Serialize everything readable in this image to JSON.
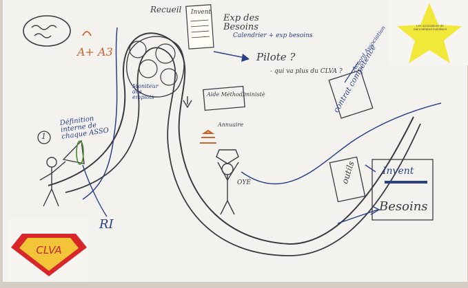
{
  "photo": {
    "subject": "whiteboard-sketch",
    "colors": {
      "board": "#f3f2ef",
      "ink_blue": "#2b3f86",
      "ink_dark": "#3a3a42",
      "ink_orange": "#c8642d",
      "sticky": "#fffdf5",
      "star": "#f2e83a",
      "logo_red": "#d8262b",
      "logo_yellow": "#f3c437"
    }
  },
  "labels": {
    "exp_besoins": "Exp des Besoins",
    "calendrier": "Calendrier + exp besoins",
    "pilote": "Pilote ?",
    "qui_clva": "- qui va plus du CLVA ?",
    "invent": "Invent",
    "besoins": "Besoins",
    "outils": "outils",
    "contrat": "contrat compétence",
    "accord": "Accord Association",
    "oye": "OYÉ",
    "ri": "RI",
    "definition": "Définition interne de chaque ASSO",
    "aide_method": "Aide Méthod/ministè",
    "annuaire": "Annuaire",
    "recueil": "Recueil",
    "moniteur": "Moniteur des emplois",
    "besoins_orange": "A+ A3",
    "number_one": "1"
  },
  "sticky_note": {
    "text": "Invent"
  },
  "star_text": "Les associations de Saint-Médard mobilisent",
  "logo": {
    "text": "CLVA"
  }
}
